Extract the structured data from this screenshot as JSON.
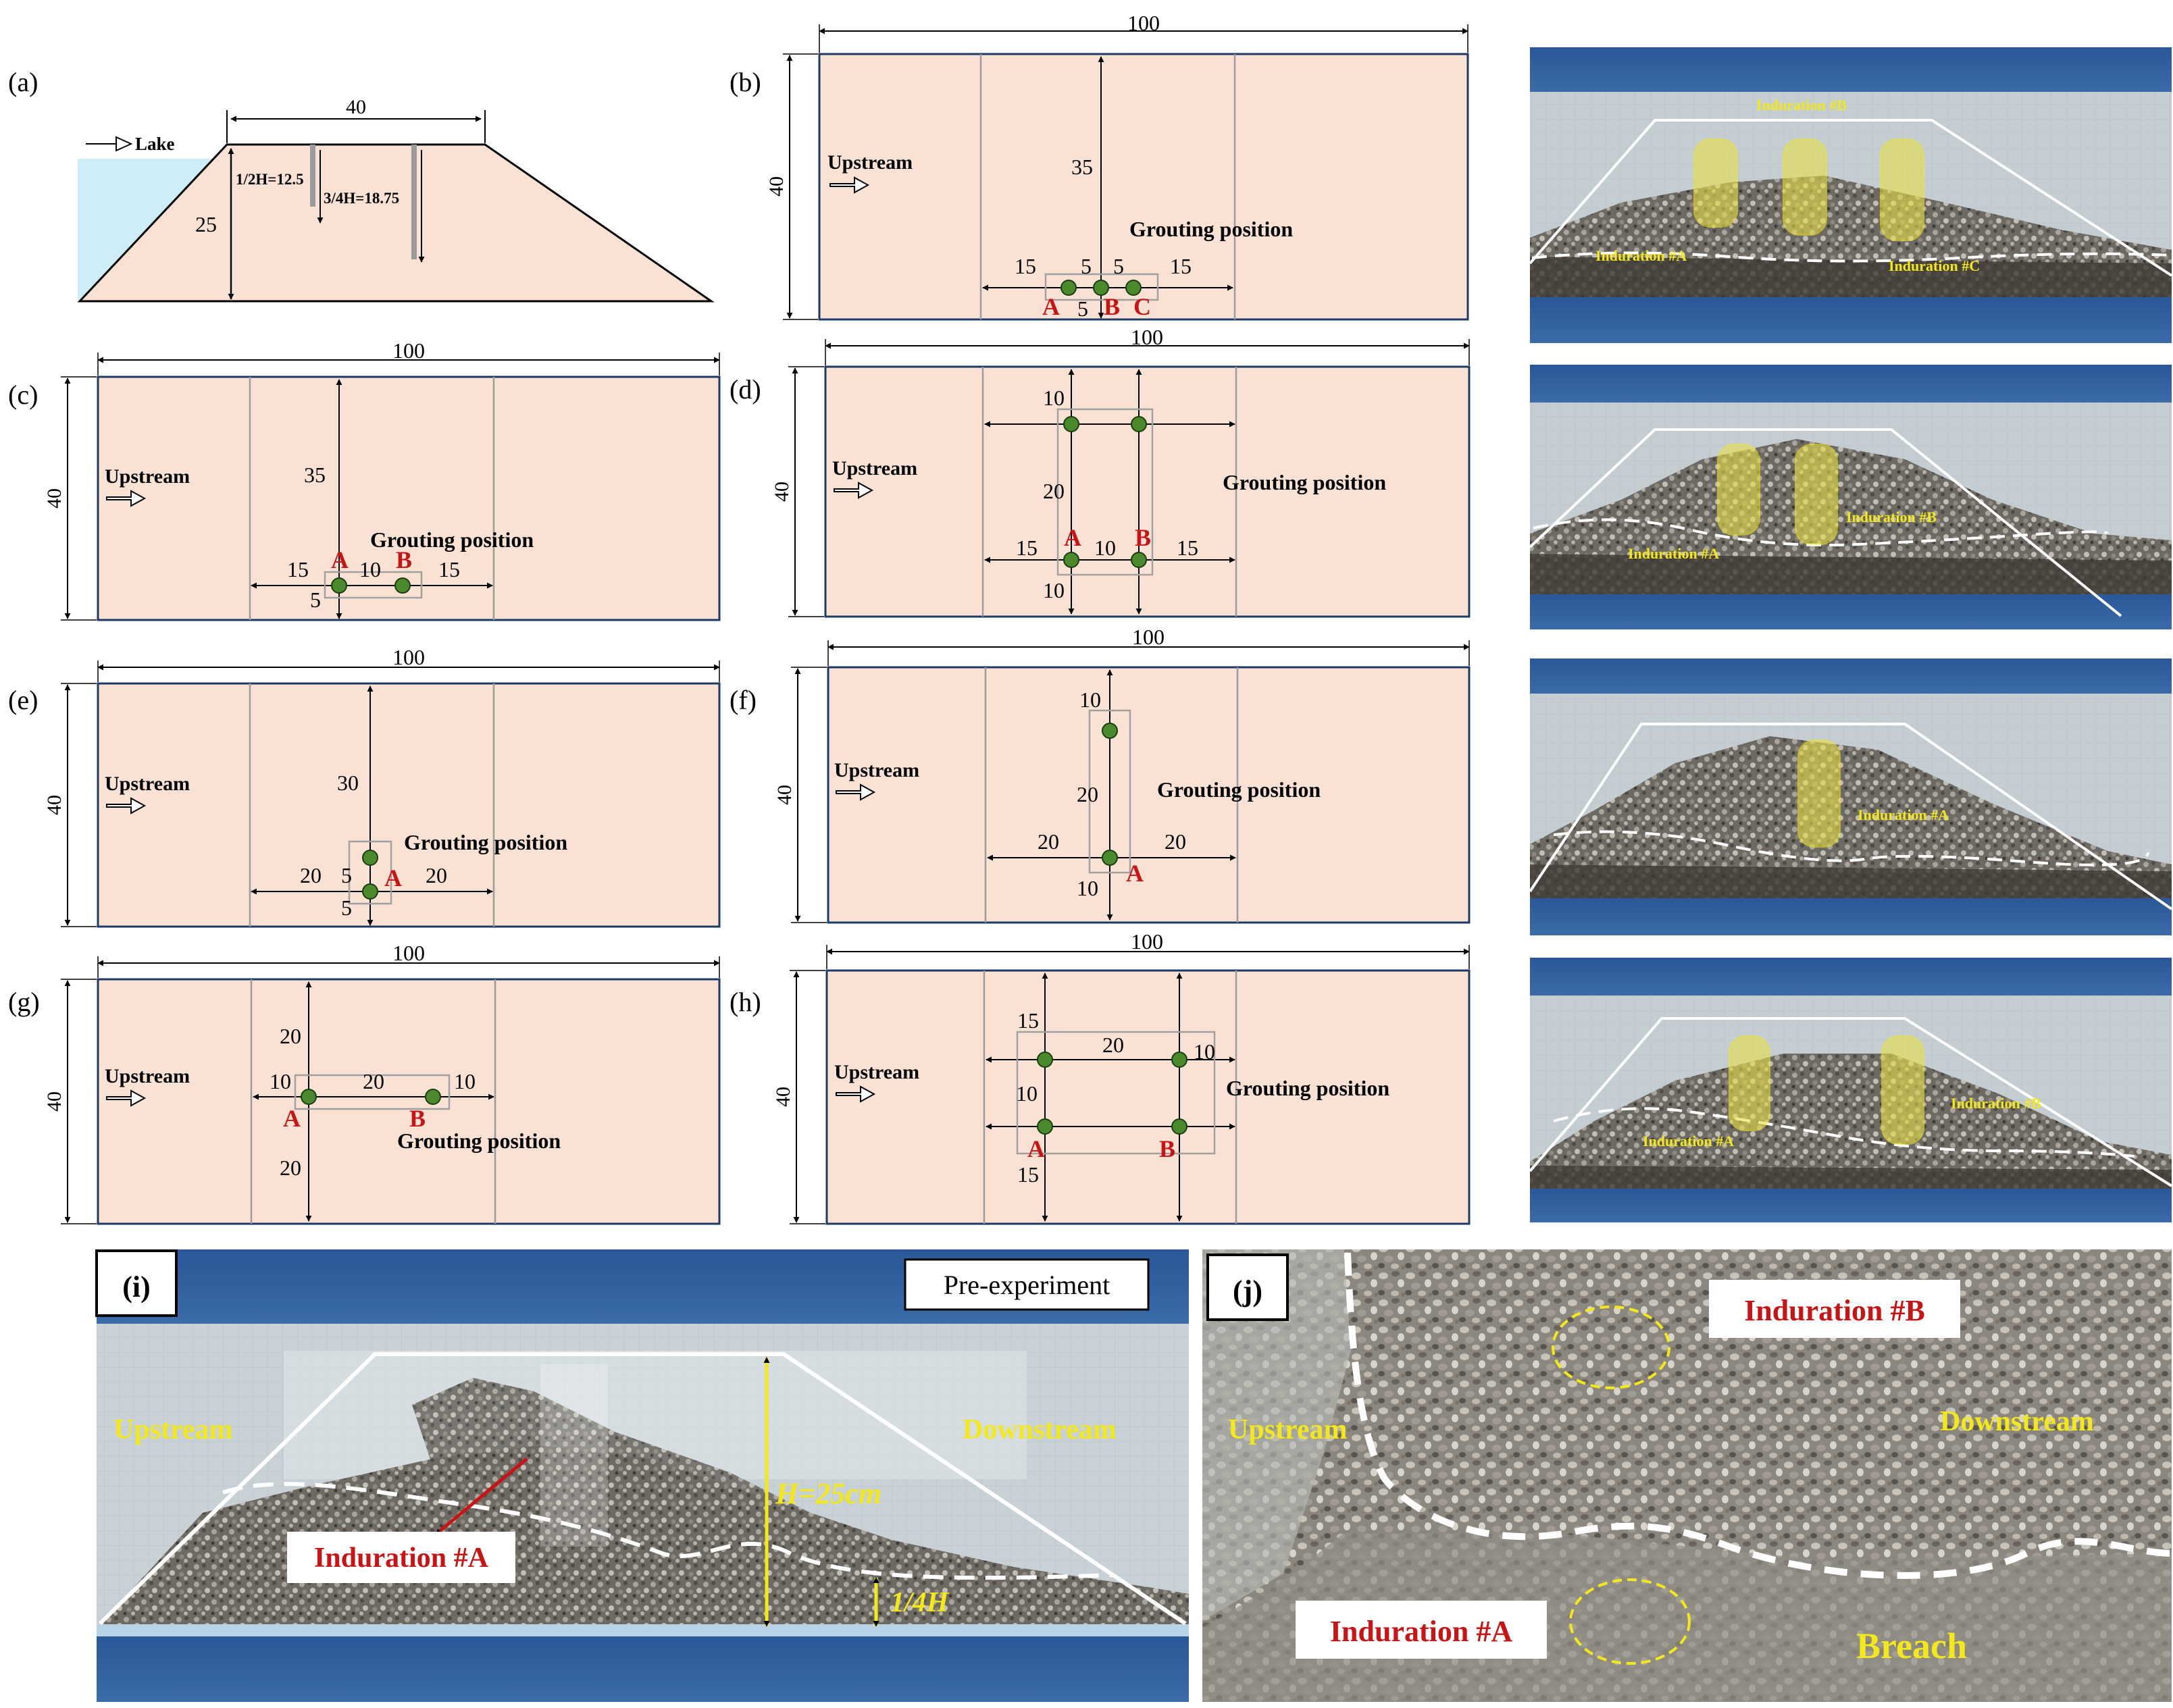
{
  "colors": {
    "panel_fill": "#f9e2d4",
    "water": "#cdeef6",
    "label_red": "#c81414",
    "photo_yellow": "#f2e81c",
    "grout_green": "#4a8a2c",
    "frame_blue": "#2f5d98"
  },
  "panels": {
    "a": {
      "label": "(a)",
      "lake": "Lake",
      "top_width": "40",
      "height": "25",
      "half_depth": "1/2H=12.5",
      "three_quarter_depth": "3/4H=18.75"
    },
    "b": {
      "label": "(b)",
      "width": "100",
      "height": "40",
      "upstream": "Upstream",
      "grouting": "Grouting position",
      "d_top": "35",
      "d_left": "15",
      "d_ab": "5",
      "d_bc": "5",
      "d_right": "15",
      "d_bottom": "5",
      "A": "A",
      "B": "B",
      "C": "C"
    },
    "c": {
      "label": "(c)",
      "width": "100",
      "height": "40",
      "upstream": "Upstream",
      "grouting": "Grouting position",
      "d_top": "35",
      "d_left": "15",
      "d_ab": "10",
      "d_right": "15",
      "d_bottom": "5",
      "A": "A",
      "B": "B"
    },
    "d": {
      "label": "(d)",
      "width": "100",
      "height": "40",
      "upstream": "Upstream",
      "grouting": "Grouting position",
      "d_top": "10",
      "d_mid": "20",
      "d_left": "15",
      "d_ab": "10",
      "d_right": "15",
      "d_bottom": "10",
      "A": "A",
      "B": "B"
    },
    "e": {
      "label": "(e)",
      "width": "100",
      "height": "40",
      "upstream": "Upstream",
      "grouting": "Grouting position",
      "d_top": "30",
      "d_mid": "5",
      "d_left": "20",
      "d_right": "20",
      "d_bottom": "5",
      "A": "A"
    },
    "f": {
      "label": "(f)",
      "width": "100",
      "height": "40",
      "upstream": "Upstream",
      "grouting": "Grouting position",
      "d_top": "10",
      "d_mid": "20",
      "d_left": "20",
      "d_right": "20",
      "d_bottom": "10",
      "A": "A"
    },
    "g": {
      "label": "(g)",
      "width": "100",
      "height": "40",
      "upstream": "Upstream",
      "grouting": "Grouting position",
      "d_top": "20",
      "d_left": "10",
      "d_ab": "20",
      "d_right": "10",
      "d_bottom": "20",
      "A": "A",
      "B": "B"
    },
    "h": {
      "label": "(h)",
      "width": "100",
      "height": "40",
      "upstream": "Upstream",
      "grouting": "Grouting position",
      "d_top": "15",
      "d_mid": "10",
      "d_ab": "20",
      "d_right": "10",
      "d_bottom": "15",
      "A": "A",
      "B": "B"
    }
  },
  "photos": {
    "b": {
      "ind_a": "Induration #A",
      "ind_b": "Induration #B",
      "ind_c": "Induration #C"
    },
    "d": {
      "ind_a": "Induration #A",
      "ind_b": "Induration #B"
    },
    "f": {
      "ind_a": "Induration #A"
    },
    "h": {
      "ind_a": "Induration #A",
      "ind_b": "Induration #B"
    },
    "i": {
      "label": "(i)",
      "badge": "Pre-experiment",
      "upstream": "Upstream",
      "downstream": "Downstream",
      "induration": "Induration #A",
      "height": "H=25cm",
      "quarter": "1/4H"
    },
    "j": {
      "label": "(j)",
      "ind_b": "Induration #B",
      "ind_a": "Induration #A",
      "upstream": "Upstream",
      "downstream": "Downstream",
      "breach": "Breach"
    }
  }
}
